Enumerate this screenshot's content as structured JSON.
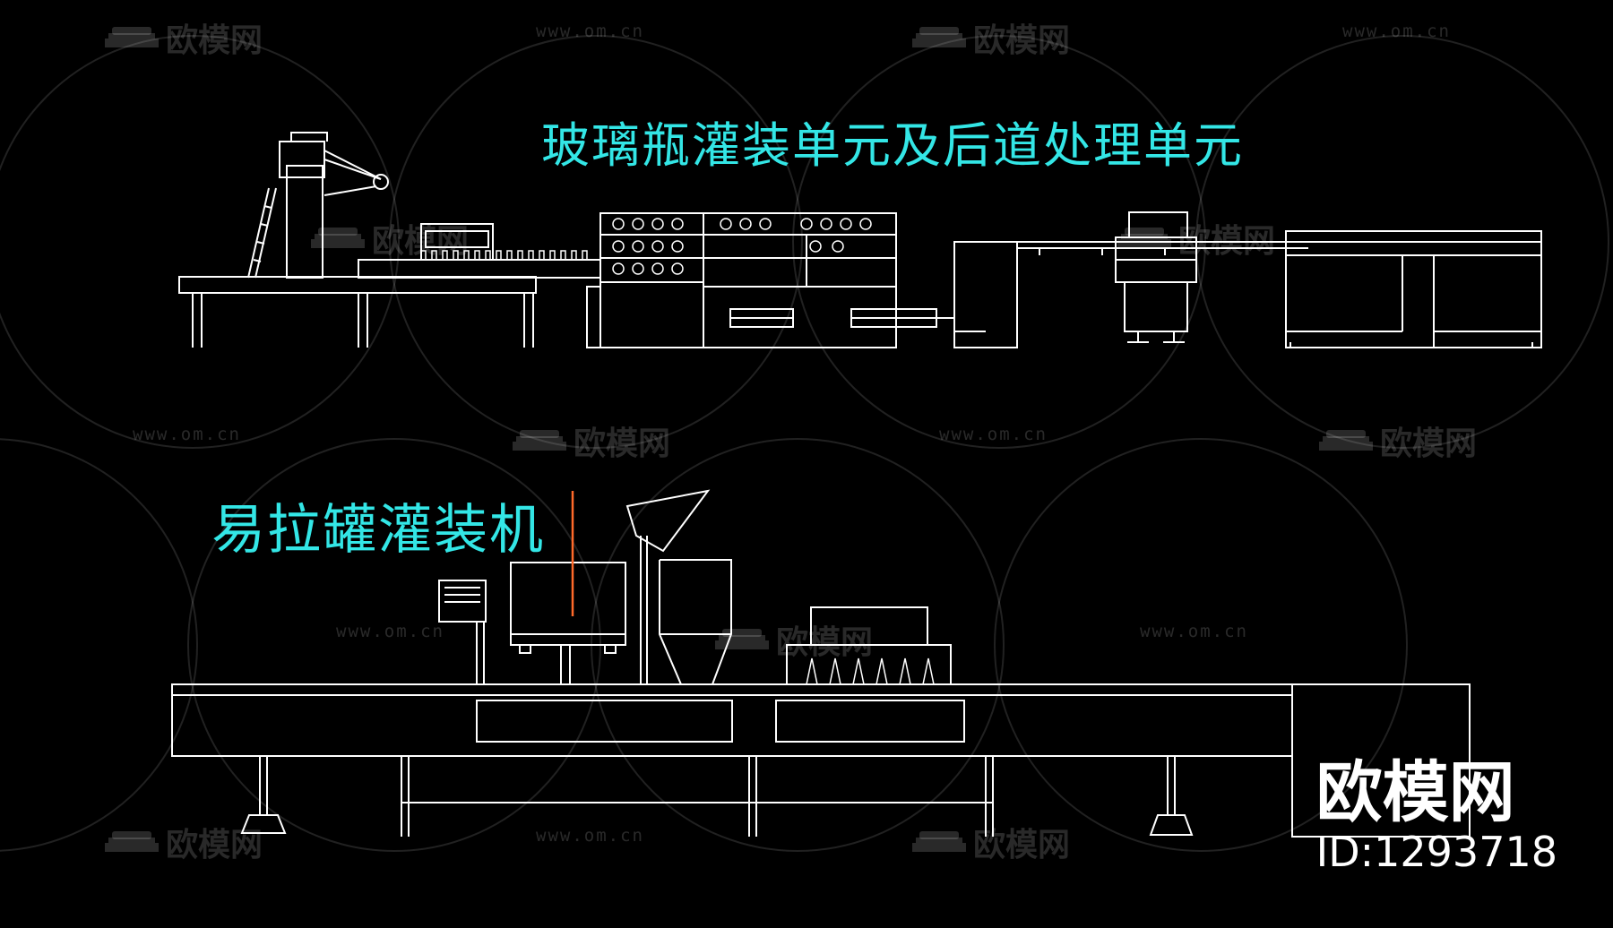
{
  "titles": {
    "top": "玻璃瓶灌装单元及后道处理单元",
    "bottom": "易拉罐灌装机"
  },
  "watermark": {
    "logo_text": "欧模网",
    "url_text": "www.om.cn"
  },
  "brand": {
    "name": "欧模网",
    "id_text": "ID:1293718"
  },
  "colors": {
    "background": "#000000",
    "line": "#ffffff",
    "title": "#33e6e6",
    "marker": "#ff6a2a"
  }
}
